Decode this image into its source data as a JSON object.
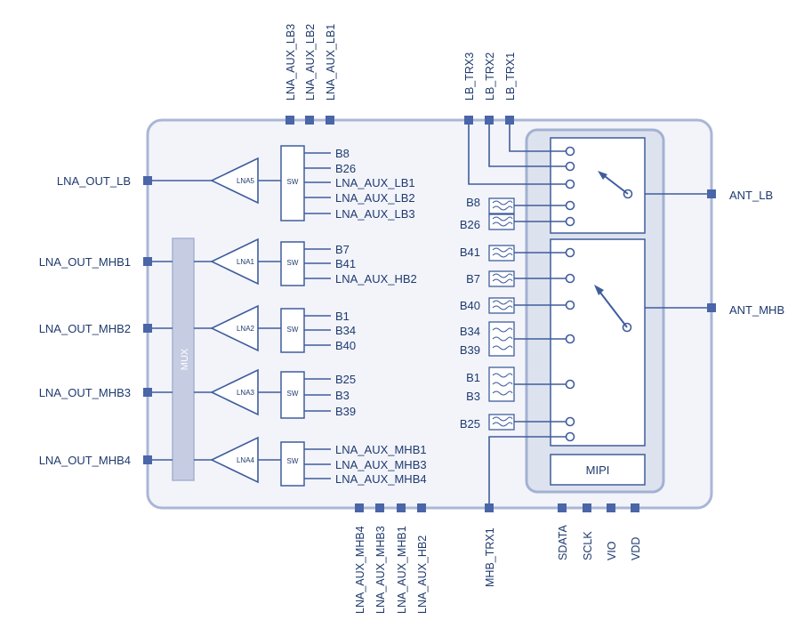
{
  "colors": {
    "line": "#3f5d9c",
    "pin": "#4a65a8",
    "chip_fill": "#f2f4fa",
    "chip_border": "#a9b7d6",
    "panel_fill": "#dde2ef",
    "panel_border": "#a3b1d2",
    "mux_fill": "#c6cde2",
    "text": "#1f3a6e"
  },
  "left_pins": [
    "LNA_OUT_LB",
    "LNA_OUT_MHB1",
    "LNA_OUT_MHB2",
    "LNA_OUT_MHB3",
    "LNA_OUT_MHB4"
  ],
  "right_pins": [
    "ANT_LB",
    "ANT_MHB"
  ],
  "top_pins_aux": [
    "LNA_AUX_LB3",
    "LNA_AUX_LB2",
    "LNA_AUX_LB1"
  ],
  "top_pins_trx": [
    "LB_TRX3",
    "LB_TRX2",
    "LB_TRX1"
  ],
  "bottom_pins_aux": [
    "LNA_AUX_MHB4",
    "LNA_AUX_MHB3",
    "LNA_AUX_MHB1",
    "LNA_AUX_HB2"
  ],
  "bottom_pin_trx": "MHB_TRX1",
  "bottom_pins_ctrl": [
    "SDATA",
    "SCLK",
    "VIO",
    "VDD"
  ],
  "mux_label": "MUX",
  "sw_label": "SW",
  "mipi_label": "MIPI",
  "lnas": [
    {
      "name": "LNA5",
      "bands": [
        "B8",
        "B26",
        "LNA_AUX_LB1",
        "LNA_AUX_LB2",
        "LNA_AUX_LB3"
      ]
    },
    {
      "name": "LNA1",
      "bands": [
        "B7",
        "B41",
        "LNA_AUX_HB2"
      ]
    },
    {
      "name": "LNA2",
      "bands": [
        "B1",
        "B34",
        "B40"
      ]
    },
    {
      "name": "LNA3",
      "bands": [
        "B25",
        "B3",
        "B39"
      ]
    },
    {
      "name": "LNA4",
      "bands": [
        "LNA_AUX_MHB1",
        "LNA_AUX_MHB3",
        "LNA_AUX_MHB4"
      ]
    }
  ],
  "filter_labels": [
    "B8",
    "B26",
    "B41",
    "B7",
    "B40",
    "B34",
    "B39",
    "B1",
    "B3",
    "B25"
  ]
}
